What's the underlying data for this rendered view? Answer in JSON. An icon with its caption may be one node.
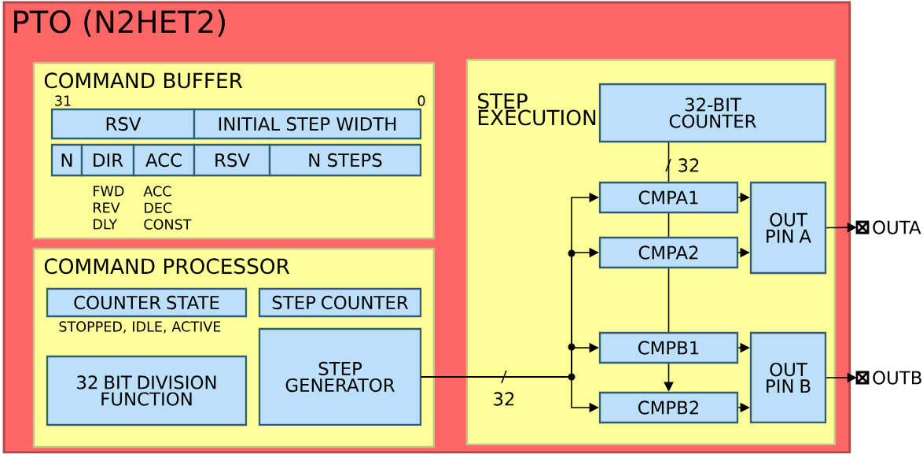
{
  "diagram": {
    "nodes": [
      {
        "text": [
          "PTO (N2HET2)"
        ]
      },
      {
        "text": [
          "COMMAND BUFFER"
        ],
        "in": 0
      },
      {
        "text": [
          "RSV"
        ],
        "in": 1
      },
      {
        "text": [
          "INITIAL STEP WIDTH"
        ],
        "in": 1
      },
      {
        "text": [
          "N"
        ],
        "in": 1
      },
      {
        "text": [
          "DIR"
        ],
        "in": 1,
        "beside": [
          "FWD REV DLY"
        ]
      },
      {
        "text": [
          "ACC"
        ],
        "in": 1,
        "beside": [
          "ACC DEC CONST"
        ]
      },
      {
        "text": [
          "RSV"
        ],
        "in": 1
      },
      {
        "text": [
          "N STEPS"
        ],
        "in": 1
      },
      {
        "text": [
          "COMMAND PROCESSOR"
        ],
        "in": 0
      },
      {
        "text": [
          "COUNTER STATE"
        ],
        "in": 9,
        "beside": [
          "STOPPED, IDLE, ACTIVE"
        ]
      },
      {
        "text": [
          "STEP COUNTER"
        ],
        "in": 9
      },
      {
        "text": [
          "32 BIT DIVISION FUNCTION"
        ],
        "in": 9
      },
      {
        "text": [
          "STEP GENERATOR"
        ],
        "in": 9
      },
      {
        "text": [
          "STEP EXECUTION"
        ],
        "in": 0
      },
      {
        "text": [
          "32-BIT COUNTER"
        ],
        "in": 14
      },
      {
        "text": [
          "CMPA1"
        ],
        "in": 14
      },
      {
        "text": [
          "CMPA2"
        ],
        "in": 14
      },
      {
        "text": [
          "CMPB1"
        ],
        "in": 14
      },
      {
        "text": [
          "CMPB2"
        ],
        "in": 14
      },
      {
        "text": [
          "OUT PIN A"
        ],
        "in": 14
      },
      {
        "text": [
          "OUT PIN B"
        ],
        "in": 14
      },
      {
        "text": [
          "OUTA"
        ]
      },
      {
        "text": [
          "OUTB"
        ]
      }
    ],
    "edges": [
      {
        "from": 13,
        "to": 16,
        "arrow": "to",
        "label": "32"
      },
      {
        "from": 13,
        "to": 17,
        "arrow": "to"
      },
      {
        "from": 13,
        "to": 18,
        "arrow": "to"
      },
      {
        "from": 13,
        "to": 19,
        "arrow": "to"
      },
      {
        "from": 15,
        "to": 16,
        "arrow": "none",
        "label": "32"
      },
      {
        "from": 16,
        "to": 17,
        "arrow": "none"
      },
      {
        "from": 17,
        "to": 18,
        "arrow": "none"
      },
      {
        "from": 18,
        "to": 19,
        "arrow": "to"
      },
      {
        "from": 16,
        "to": 20,
        "arrow": "to"
      },
      {
        "from": 17,
        "to": 20,
        "arrow": "to"
      },
      {
        "from": 18,
        "to": 21,
        "arrow": "to"
      },
      {
        "from": 19,
        "to": 21,
        "arrow": "to"
      },
      {
        "from": 20,
        "to": 22,
        "arrow": "to"
      },
      {
        "from": 21,
        "to": 23,
        "arrow": "to"
      }
    ],
    "labels": [
      "31",
      "0"
    ]
  }
}
